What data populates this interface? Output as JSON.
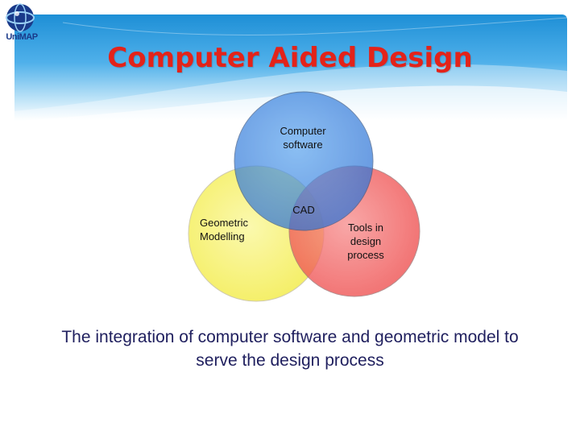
{
  "title": "Computer Aided Design",
  "logo": {
    "text": "UniMAP"
  },
  "diagram": {
    "circles": [
      {
        "id": "software",
        "label": "Computer\nsoftware",
        "color": "#3d7bd9"
      },
      {
        "id": "geometric",
        "label": "Geometric\nModelling",
        "color": "#f7f25a"
      },
      {
        "id": "tools",
        "label": "Tools in\ndesign\nprocess",
        "color": "#f03a3a"
      }
    ],
    "center_label": "CAD"
  },
  "caption": "The integration of computer software and geometric model to serve the design process",
  "colors": {
    "title": "#e3231a",
    "header_band": "#1e8fd6",
    "caption": "#1f1f5e"
  }
}
